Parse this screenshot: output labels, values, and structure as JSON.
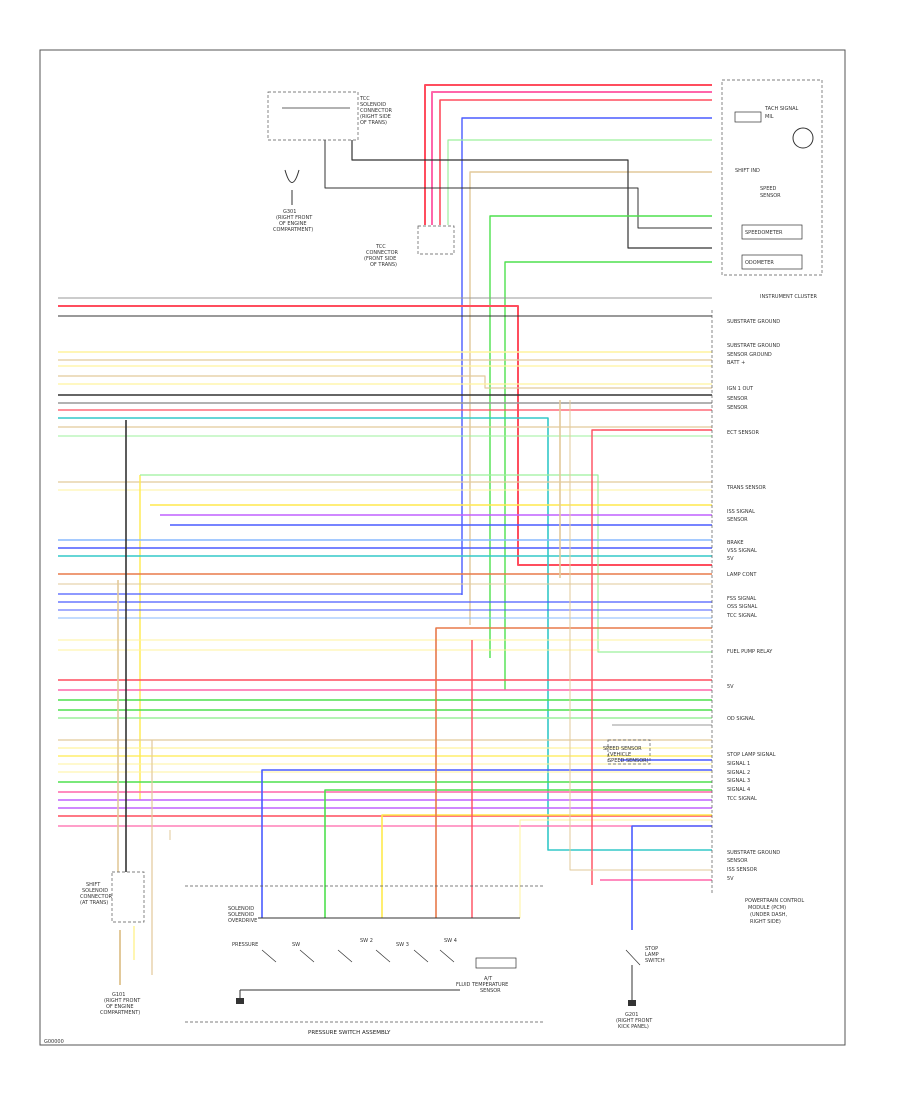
{
  "figure_code": "G00000",
  "components": {
    "instrument_cluster": "INSTRUMENT CLUSTER",
    "powertrain_module": [
      "POWERTRAIN CONTROL",
      "MODULE (PCM)",
      "(UNDER DASH,",
      "RIGHT SIDE)"
    ],
    "switch_assembly": "PRESSURE SWITCH ASSEMBLY",
    "ground_left": [
      "G101",
      "(RIGHT FRONT",
      "OF ENGINE",
      "COMPARTMENT)"
    ],
    "ground_right": [
      "G201",
      "(RIGHT FRONT",
      "KICK PANEL)"
    ],
    "ground_top": [
      "G301",
      "(RIGHT FRONT",
      "OF ENGINE",
      "COMPARTMENT)"
    ],
    "connector_top": [
      "TCC",
      "SOLENOID",
      "CONNECTOR",
      "(RIGHT SIDE",
      "OF TRANS)"
    ],
    "connector_mid": [
      "TCC",
      "CONNECTOR",
      "(FRONT SIDE",
      "OF TRANS)"
    ],
    "connector_left": [
      "SHIFT",
      "SOLENOID",
      "CONNECTOR",
      "(AT TRANS)"
    ],
    "speed_sensor": [
      "SPEED SENSOR",
      "(VEHICLE",
      "SPEED SENSOR)"
    ],
    "cluster_parts": [
      "TACH SIGNAL",
      "MIL",
      "SHIFT IND",
      "SPEEDOMETER",
      "ODOMETER",
      "SPEED",
      "SENSOR"
    ],
    "fluid_sensor": [
      "A/T",
      "FLUID TEMPERATURE",
      "SENSOR"
    ],
    "brake_switch": [
      "STOP",
      "LAMP",
      "SWITCH"
    ],
    "pressure_labels": [
      "PRESSURE",
      "SW",
      "SW 2",
      "SW 3",
      "SW 4"
    ],
    "solenoid_labels": [
      "SOLENOID",
      "SOLENOID",
      "OVERDRIVE"
    ]
  },
  "pcm_functions": [
    "SUBSTRATE GROUND",
    "SUBSTRATE GROUND",
    "SENSOR GROUND",
    "BATT +",
    "IGN 1 OUT",
    "SENSOR",
    "SENSOR",
    "ECT SENSOR",
    "TRANS SENSOR",
    "ISS SIGNAL",
    "SENSOR",
    "BRAKE",
    "VSS SIGNAL",
    "5V",
    "LAMP CONT",
    "FSS SIGNAL",
    "OSS SIGNAL",
    "TCC SIGNAL",
    "FUEL PUMP RELAY",
    "5V",
    "OD SIGNAL",
    "STOP LAMP SIGNAL",
    "SIGNAL 1",
    "SIGNAL 2",
    "SIGNAL 3",
    "SIGNAL 4",
    "TCC SIGNAL",
    "SUBSTRATE GROUND",
    "SENSOR",
    "ISS SENSOR",
    "5V"
  ],
  "wire_colors": [
    "RED",
    "RED/BLK",
    "LT GRN/BLK",
    "BLU/WHT",
    "WHT",
    "GRN/BLK",
    "BRN/WHT",
    "YEL",
    "GRY",
    "BLK/WHT",
    "ORN/BLK",
    "PNK",
    "VIO/WHT",
    "TAN",
    "BRN"
  ],
  "colors": {
    "red": "#ff4d5e",
    "pink": "#ff66aa",
    "green": "#4ee04e",
    "lt_green": "#9cf09c",
    "blue": "#4a5cff",
    "lt_blue": "#87b8ff",
    "yellow": "#ffe94d",
    "lt_yellow": "#fff39e",
    "tan": "#e2c99a",
    "orange": "#e87a4a",
    "violet": "#c060ff",
    "cyan": "#33c8c8",
    "gray": "#999999",
    "black": "#333333"
  }
}
